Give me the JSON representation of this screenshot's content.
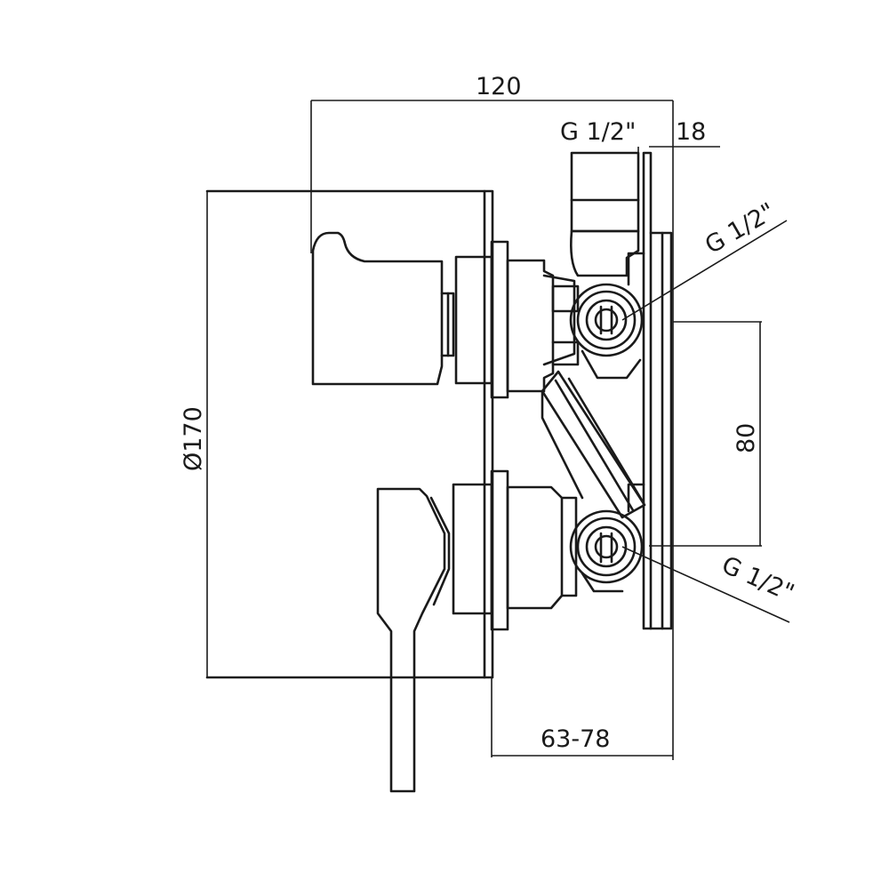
{
  "drawing": {
    "dim_top_width": "120",
    "dim_thread_top": "G 1/2\"",
    "dim_plate": "18",
    "dim_thread_upper": "G 1/2\"",
    "dim_thread_lower": "G 1/2\"",
    "dim_spacing": "80",
    "dim_diameter": "Ø170",
    "dim_depth": "63-78"
  }
}
